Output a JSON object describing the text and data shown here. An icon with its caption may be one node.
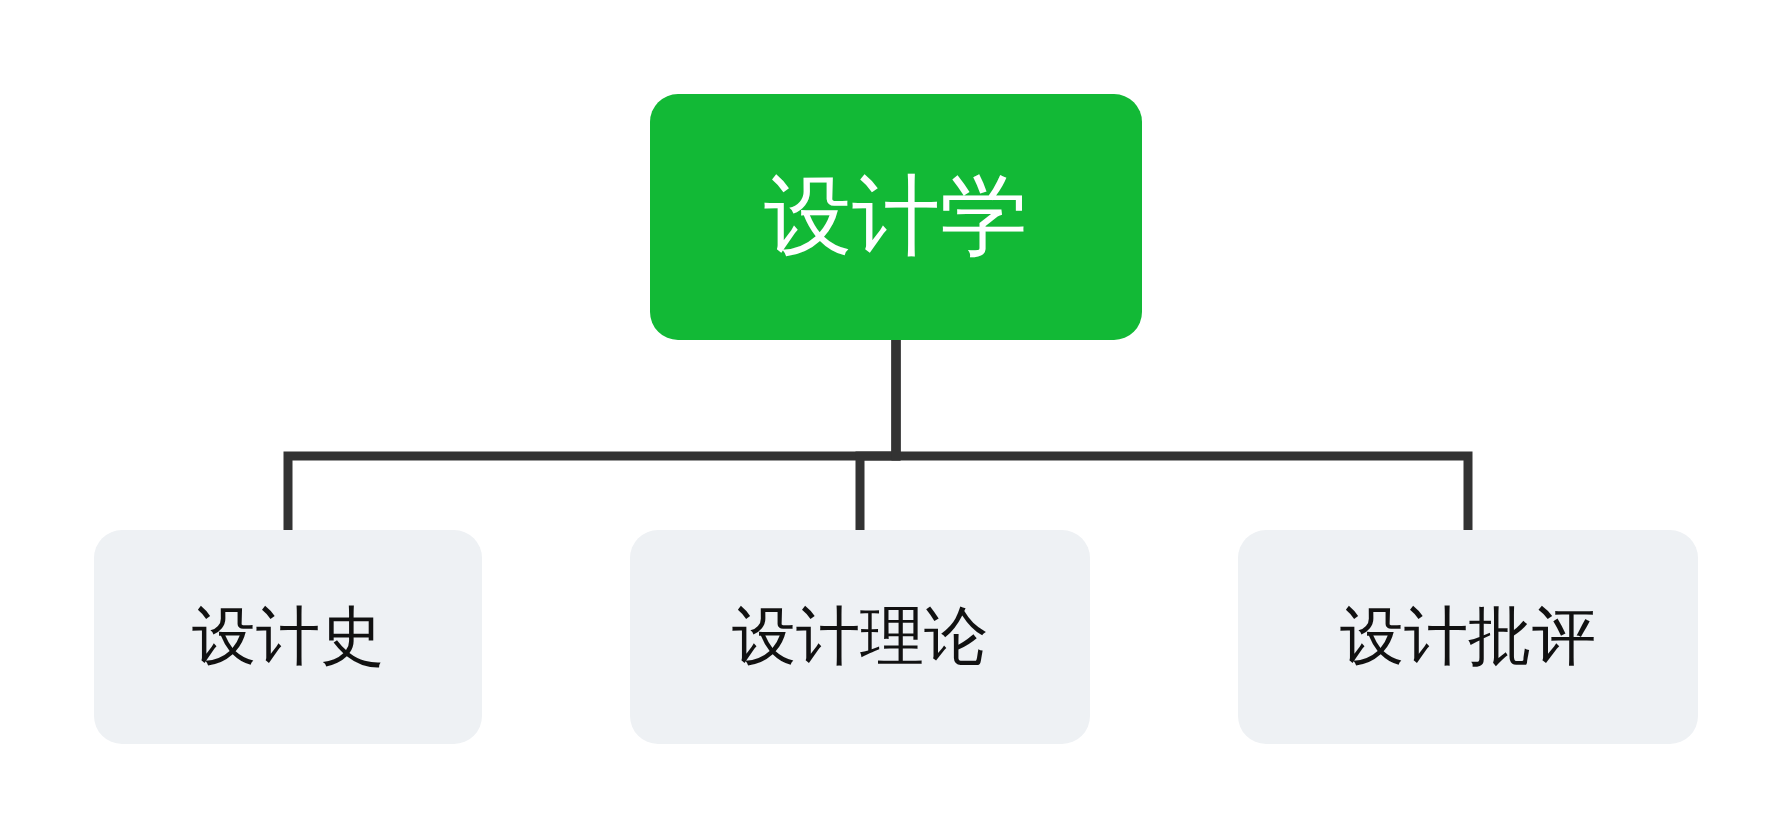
{
  "diagram": {
    "nodes": [
      {
        "text": [
          "设计学"
        ]
      },
      {
        "text": [
          "设计史"
        ]
      },
      {
        "text": [
          "设计理论"
        ]
      },
      {
        "text": [
          "设计批评"
        ]
      }
    ],
    "edges": [
      {
        "from": 0,
        "to": 1,
        "arrow": "none"
      },
      {
        "from": 0,
        "to": 2,
        "arrow": "none"
      },
      {
        "from": 0,
        "to": 3,
        "arrow": "none"
      }
    ]
  }
}
